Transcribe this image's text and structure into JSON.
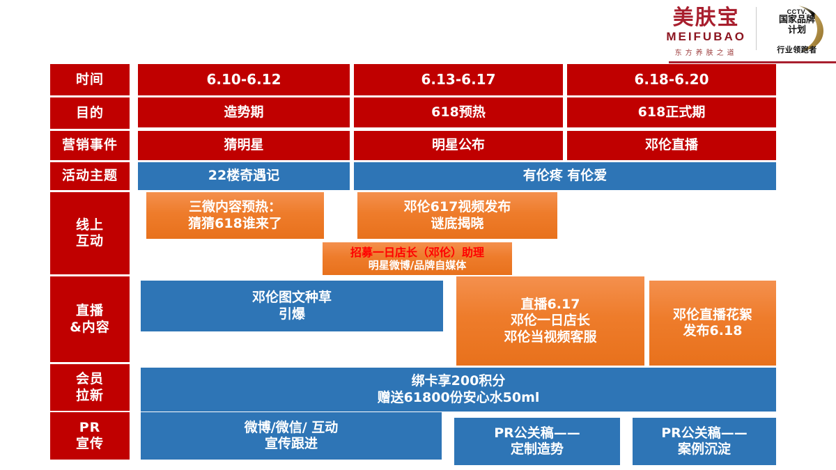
{
  "brand": {
    "logo_cn": "美肤宝",
    "logo_en": "MEIFUBAO",
    "logo_tagline": "东方养肤之道",
    "cctv_mark": "CCTV.",
    "cctv_line1": "国家品牌",
    "cctv_line2": "计划",
    "cctv_footer": "行业领跑者",
    "accent_red": "#A81F2E"
  },
  "colors": {
    "red": "#C00000",
    "blue": "#2E75B6",
    "orange": "#EE7C2B",
    "highlight_red_text": "#FF0000"
  },
  "row_labels": {
    "time": "时间",
    "purpose": "目的",
    "marketing_event": "营销事件",
    "campaign_theme": "活动主题",
    "online_interaction": [
      "线上",
      "互动"
    ],
    "livestream_content": [
      "直播",
      "&内容"
    ],
    "member_acquisition": [
      "会员",
      "拉新"
    ],
    "pr_promotion": [
      "PR",
      "宣传"
    ]
  },
  "chart_data": {
    "type": "table",
    "title": "618营销节奏规划",
    "columns": [
      "6.10-6.12",
      "6.13-6.17",
      "6.18-6.20"
    ],
    "rows": [
      {
        "label": "时间",
        "cells": [
          "6.10-6.12",
          "6.13-6.17",
          "6.18-6.20"
        ]
      },
      {
        "label": "目的",
        "cells": [
          "造势期",
          "618预热",
          "618正式期"
        ]
      },
      {
        "label": "营销事件",
        "cells": [
          "猜明星",
          "明星公布",
          "邓伦直播"
        ]
      },
      {
        "label": "活动主题",
        "cells": [
          "22楼奇遇记",
          "有伦疼 有伦爱"
        ]
      },
      {
        "label": "线上互动",
        "cells": [
          "三微内容预热：猜猜618谁来了",
          "邓伦617视频发布 谜底揭晓",
          "招募一日店长（邓伦）助理 / 明星微博/品牌自媒体"
        ]
      },
      {
        "label": "直播&内容",
        "cells": [
          "邓伦图文种草 引爆",
          "直播6.17 邓伦一日店长 邓伦当视频客服",
          "邓伦直播花絮 发布6.18"
        ]
      },
      {
        "label": "会员拉新",
        "cells": [
          "绑卡享200积分 赠送61800份安心水50ml"
        ]
      },
      {
        "label": "PR宣传",
        "cells": [
          "微博/微信/ 互动 宣传跟进",
          "PR公关稿—— 定制造势",
          "PR公关稿—— 案例沉淀"
        ]
      }
    ]
  },
  "timeline": {
    "dates": [
      "6.10-6.12",
      "6.13-6.17",
      "6.18-6.20"
    ],
    "purposes": [
      "造势期",
      "618预热",
      "618正式期"
    ],
    "events": [
      "猜明星",
      "明星公布",
      "邓伦直播"
    ],
    "themes": [
      "22楼奇遇记",
      "有伦疼 有伦爱"
    ]
  },
  "online": {
    "box1_l1": "三微内容预热：",
    "box1_l2": "猜猜618谁来了",
    "box2_l1": "邓伦617视频发布",
    "box2_l2": "谜底揭晓",
    "box3_l1": "招募一日店长（邓伦）助理",
    "box3_l2": "明星微博/品牌自媒体"
  },
  "livestream": {
    "box1_l1": "邓伦图文种草",
    "box1_l2": "引爆",
    "box2_l1": "直播6.17",
    "box2_l2": "邓伦一日店长",
    "box2_l3": "邓伦当视频客服",
    "box3_l1": "邓伦直播花絮",
    "box3_l2": "发布6.18"
  },
  "member": {
    "l1": "绑卡享200积分",
    "l2": "赠送61800份安心水50ml"
  },
  "pr": {
    "box1_l1": "微博/微信/ 互动",
    "box1_l2": "宣传跟进",
    "box2_l1": "PR公关稿——",
    "box2_l2": "定制造势",
    "box3_l1": "PR公关稿——",
    "box3_l2": "案例沉淀"
  }
}
